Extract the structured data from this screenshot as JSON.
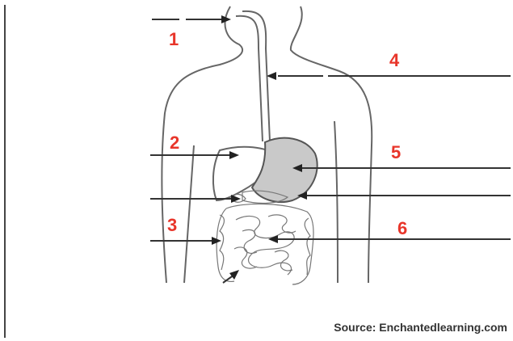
{
  "labels": [
    "1",
    "2",
    "3",
    "4",
    "5",
    "6"
  ],
  "source": "Source: Enchantedlearning.com",
  "colors": {
    "label": "#e8352a",
    "outline": "#666666",
    "organ_fill": "#c9c9c9",
    "leader": "#333333"
  }
}
